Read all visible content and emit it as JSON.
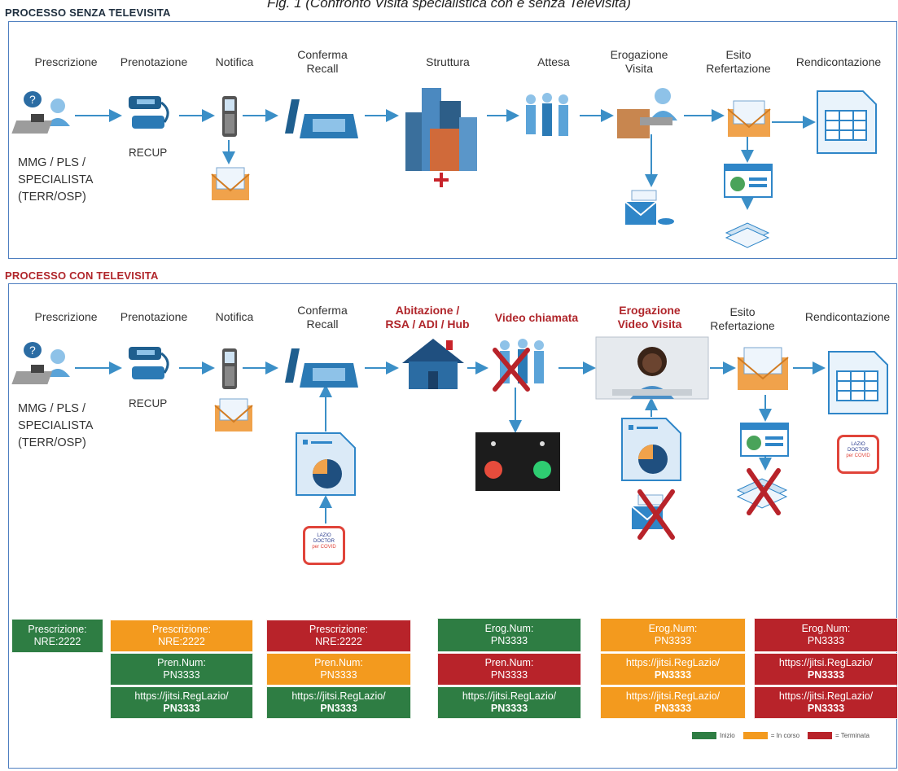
{
  "caption": "Fig. 1 (Confronto Visita specialistica con e senza Televisita)",
  "section_without": {
    "title": "PROCESSO SENZA TELEVISITA",
    "title_color": "#1f2f3f",
    "steps": [
      "Prescrizione",
      "Prenotazione",
      "Notifica",
      "Conferma\nRecall",
      "Struttura",
      "Attesa",
      "Erogazione\nVisita",
      "Esito\nRefertazione",
      "Rendicontazione"
    ],
    "recup_label": "RECUP",
    "mmg_label": [
      "MMG / PLS /",
      "SPECIALISTA",
      "(TERR/OSP)"
    ]
  },
  "section_with": {
    "title": "PROCESSO CON TELEVISITA",
    "title_color": "#b0262b",
    "steps": [
      "Prescrizione",
      "Prenotazione",
      "Notifica",
      "Conferma\nRecall",
      "Abitazione /\nRSA / ADI / Hub",
      "Video chiamata",
      "Erogazione\nVideo Visita",
      "Esito\nRefertazione",
      "Rendicontazione"
    ],
    "recup_label": "RECUP",
    "mmg_label": [
      "MMG / PLS /",
      "SPECIALISTA",
      "(TERR/OSP)"
    ],
    "logo_text": [
      "LAZIO",
      "DOCTOR",
      "per COVID"
    ]
  },
  "status_boxes": {
    "col1": [
      {
        "line1": "Prescrizione:",
        "line2": "NRE:2222",
        "status": "green"
      }
    ],
    "col2": [
      {
        "line1": "Prescrizione:",
        "line2": "NRE:2222",
        "status": "orange"
      },
      {
        "line1": "Pren.Num:",
        "line2": "PN3333",
        "status": "green"
      },
      {
        "line1": "https://jitsi.RegLazio/",
        "line2": "PN3333",
        "status": "green"
      }
    ],
    "col3": [
      {
        "line1": "Prescrizione:",
        "line2": "NRE:2222",
        "status": "red"
      },
      {
        "line1": "Pren.Num:",
        "line2": "PN3333",
        "status": "orange"
      },
      {
        "line1": "https://jitsi.RegLazio/",
        "line2": "PN3333",
        "status": "green"
      }
    ],
    "col4": [
      {
        "line1": "Erog.Num:",
        "line2": "PN3333",
        "status": "green"
      },
      {
        "line1": "Pren.Num:",
        "line2": "PN3333",
        "status": "red"
      },
      {
        "line1": "https://jitsi.RegLazio/",
        "line2": "PN3333",
        "status": "green"
      }
    ],
    "col5": [
      {
        "line1": "Erog.Num:",
        "line2": "PN3333",
        "status": "orange"
      },
      {
        "line1": "https://jitsi.RegLazio/",
        "line2": "PN3333",
        "status": "orange"
      },
      {
        "line1": "https://jitsi.RegLazio/",
        "line2": "PN3333",
        "status": "orange"
      }
    ],
    "col6": [
      {
        "line1": "Erog.Num:",
        "line2": "PN3333",
        "status": "red"
      },
      {
        "line1": "https://jitsi.RegLazio/",
        "line2": "PN3333",
        "status": "red"
      },
      {
        "line1": "https://jitsi.RegLazio/",
        "line2": "PN3333",
        "status": "red"
      }
    ]
  },
  "legend": [
    {
      "label": "Inizio",
      "color": "#2e7d43"
    },
    {
      "label": "= In corso",
      "color": "#f39a1e"
    },
    {
      "label": "= Terminata",
      "color": "#b8232a"
    }
  ],
  "colors": {
    "frame": "#4e7fc0",
    "arrow": "#3b8fc7",
    "icon_blue": "#2f86c8",
    "cross": "#b8232a"
  }
}
